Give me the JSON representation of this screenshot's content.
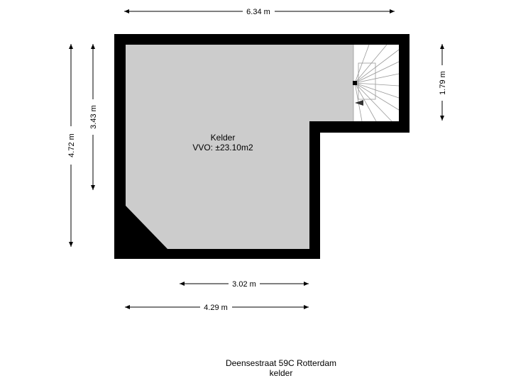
{
  "room": {
    "name": "Kelder",
    "area": "VVO: ±23.10m2"
  },
  "dimensions": {
    "top_width": "6.34 m",
    "left_outer_height": "4.72 m",
    "left_inner_height": "3.43 m",
    "stair_height": "1.79 m",
    "bottom_inner_width": "3.02 m",
    "bottom_outer_width": "4.29 m"
  },
  "footer": {
    "address": "Deensestraat 59C Rotterdam",
    "level": "kelder"
  },
  "colors": {
    "wall": "#000000",
    "floor": "#cccccc",
    "stair_floor": "#ffffff",
    "stair_lines": "#999999"
  }
}
